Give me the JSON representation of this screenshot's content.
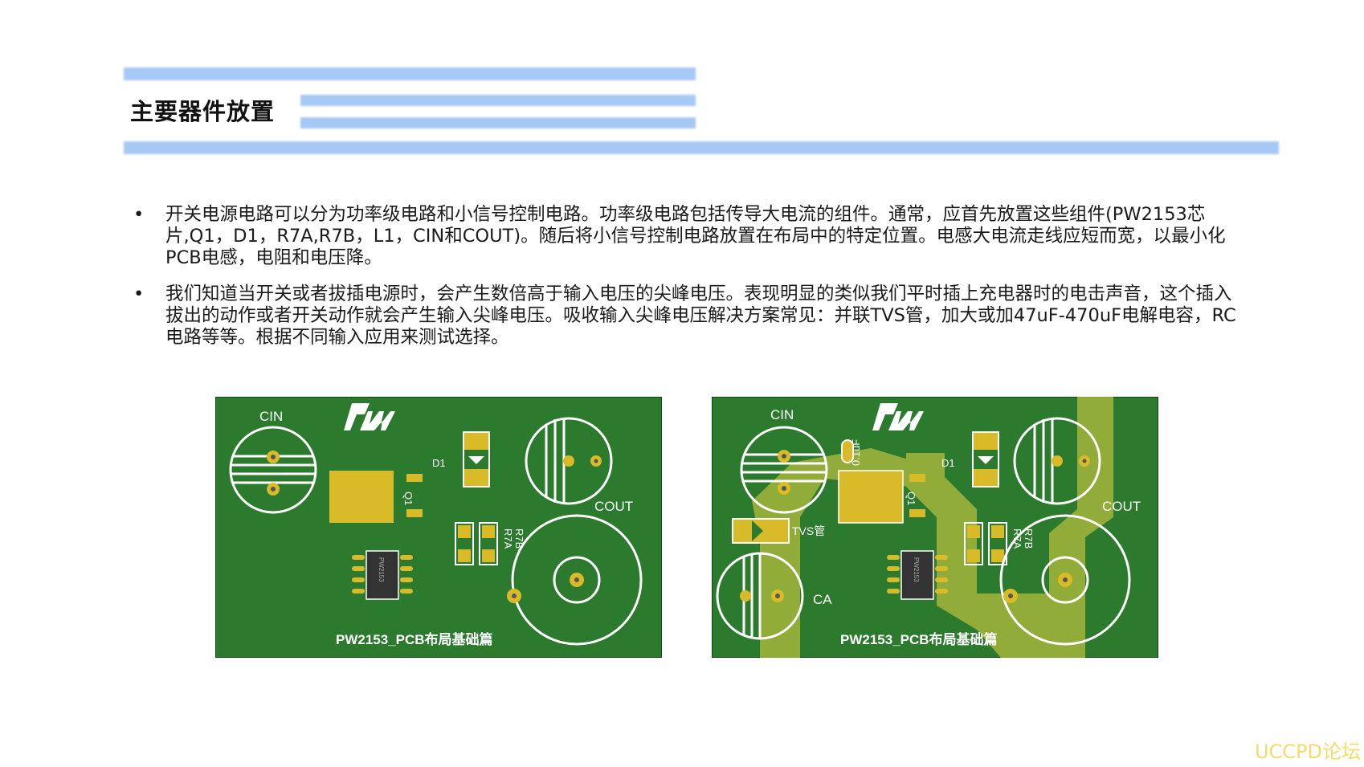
{
  "header": {
    "title": "主要器件放置"
  },
  "bullets": [
    {
      "marker": "•",
      "text": "开关电源电路可以分为功率级电路和小信号控制电路。功率级电路包括传导大电流的组件。通常，应首先放置这些组件(PW2153芯片,Q1，D1，R7A,R7B，L1，CIN和COUT)。随后将小信号控制电路放置在布局中的特定位置。电感大电流走线应短而宽，以最小化PCB电感，电阻和电压降。"
    },
    {
      "marker": "•",
      "text": "我们知道当开关或者拔插电源时，会产生数倍高于输入电压的尖峰电压。表现明显的类似我们平时插上充电器时的电击声音，这个插入拔出的动作或者开关动作就会产生输入尖峰电压。吸收输入尖峰电压解决方案常见：并联TVS管，加大或加47uF-470uF电解电容，RC电路等等。根据不同输入应用来测试选择。"
    }
  ],
  "board_left": {
    "cin": "CIN",
    "cout": "COUT",
    "d1": "D1",
    "q1": "Q1",
    "r7a": "R7A",
    "r7b": "R7B",
    "chip": "PW2153",
    "caption": "PW2153_PCB布局基础篇"
  },
  "board_right": {
    "cin": "CIN",
    "cout": "COUT",
    "d1": "D1",
    "q1": "Q1",
    "r7a": "R7A",
    "r7b": "R7B",
    "chip": "PW2153",
    "cap01": "0.1uF",
    "tvs": "TVS管",
    "ca": "CA",
    "caption": "PW2153_PCB布局基础篇"
  },
  "watermark": "UCCPD论坛",
  "colors": {
    "board_green": "#2b7a2e",
    "copper": "#a4b53c",
    "pad": "#d9bb2a",
    "header_bar": "#a6c8f5"
  },
  "icons": {
    "logo": "rw-logo-icon"
  }
}
